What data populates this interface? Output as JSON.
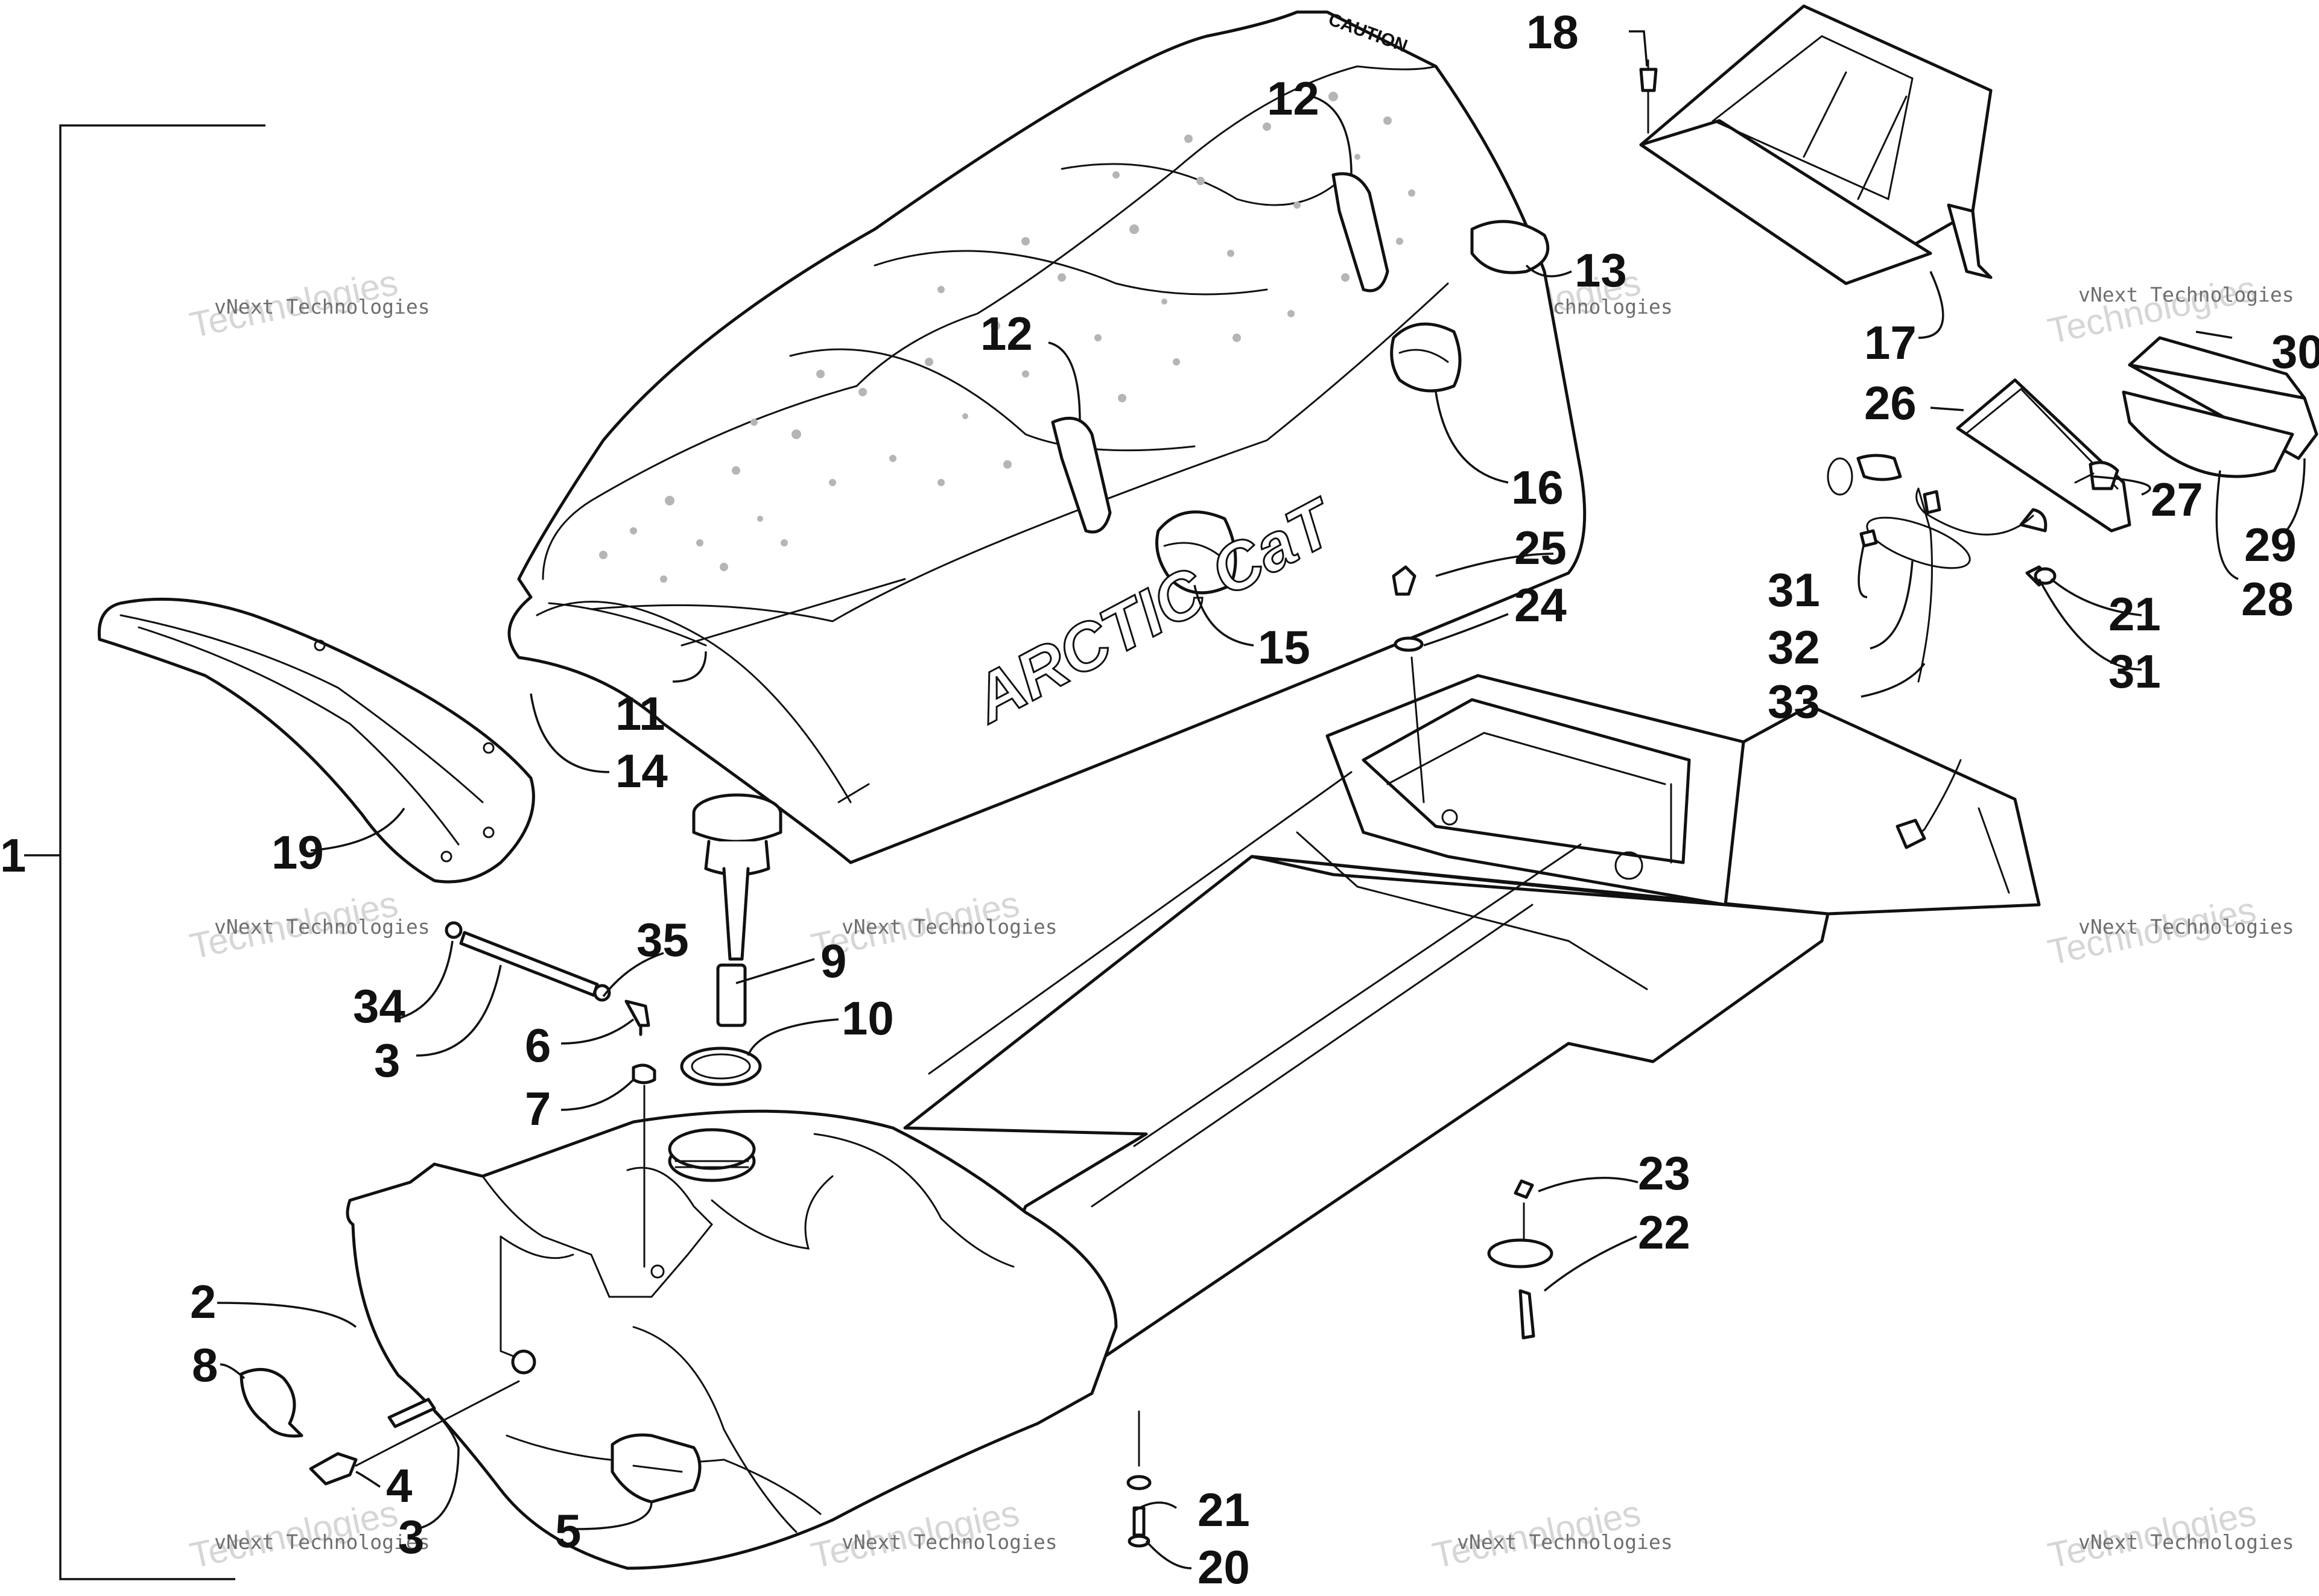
{
  "callouts": {
    "c1": "1",
    "c2": "2",
    "c3a": "3",
    "c3b": "3",
    "c4": "4",
    "c5": "5",
    "c6": "6",
    "c7": "7",
    "c8": "8",
    "c9": "9",
    "c10": "10",
    "c11": "11",
    "c12a": "12",
    "c12b": "12",
    "c13": "13",
    "c14": "14",
    "c15": "15",
    "c16": "16",
    "c17": "17",
    "c18": "18",
    "c19": "19",
    "c20": "20",
    "c21a": "21",
    "c21b": "21",
    "c22": "22",
    "c23": "23",
    "c24": "24",
    "c25": "25",
    "c26": "26",
    "c27": "27",
    "c28": "28",
    "c29": "29",
    "c30": "30",
    "c31a": "31",
    "c31b": "31",
    "c32": "32",
    "c33": "33",
    "c34": "34",
    "c35": "35"
  },
  "watermark": {
    "line1": "vNext",
    "line2": "Technologies",
    "line3": "vNext Technologies"
  },
  "seat_brand": "ARCTIC CaT",
  "seat_warning": "CAUTION"
}
